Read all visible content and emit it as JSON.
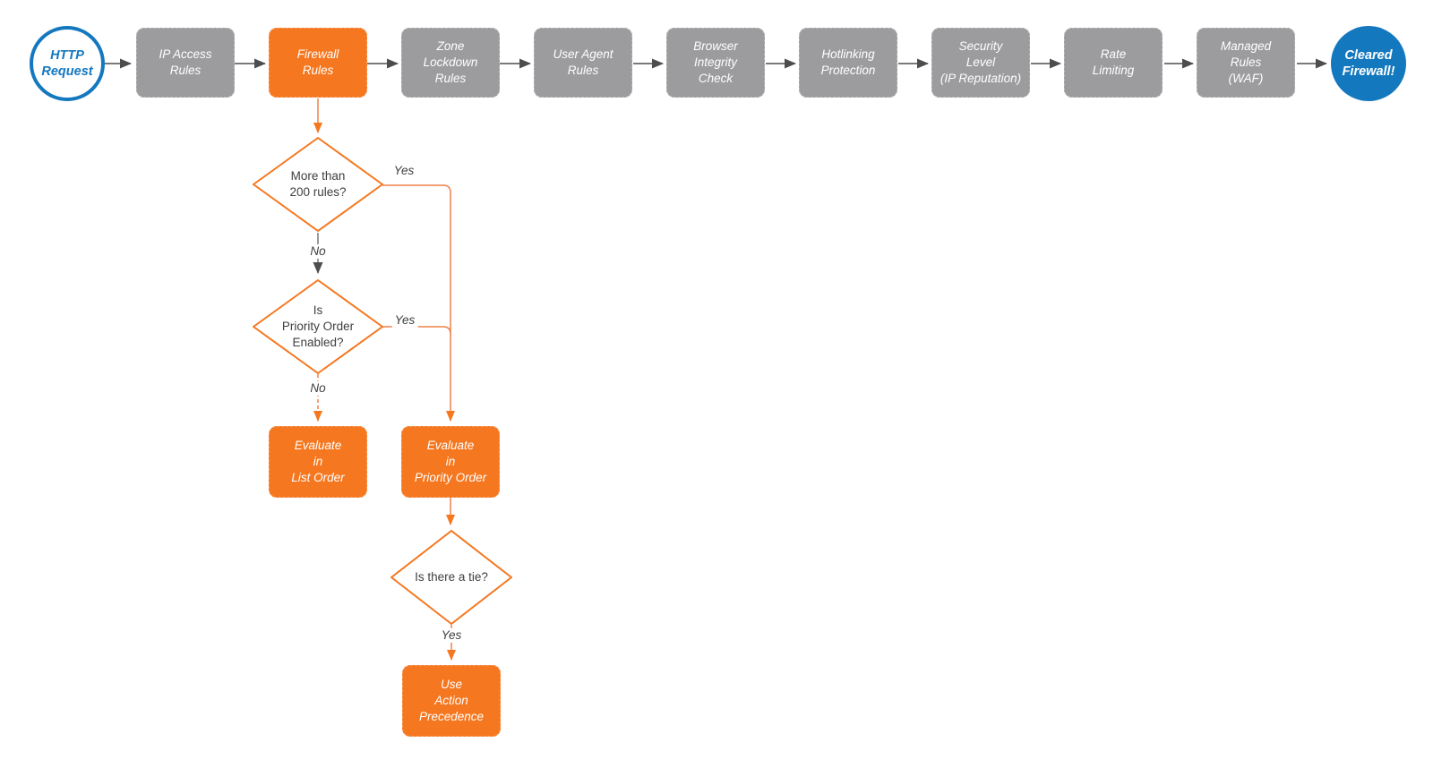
{
  "palette": {
    "accent_orange": "#F5771F",
    "connector_orange": "#F08049",
    "node_gray": "#9C9C9E",
    "line_gray": "#4D4D4F",
    "brand_blue": "#1478BF",
    "text_dark": "#3F3F41"
  },
  "pipeline": {
    "start": {
      "label": "HTTP\nRequest"
    },
    "end": {
      "label": "Cleared\nFirewall!"
    },
    "stages": [
      {
        "label": "IP Access\nRules",
        "highlight": false
      },
      {
        "label": "Firewall\nRules",
        "highlight": true
      },
      {
        "label": "Zone\nLockdown\nRules",
        "highlight": false
      },
      {
        "label": "User Agent\nRules",
        "highlight": false
      },
      {
        "label": "Browser\nIntegrity\nCheck",
        "highlight": false
      },
      {
        "label": "Hotlinking\nProtection",
        "highlight": false
      },
      {
        "label": "Security\nLevel\n(IP Reputation)",
        "highlight": false
      },
      {
        "label": "Rate\nLimiting",
        "highlight": false
      },
      {
        "label": "Managed\nRules\n(WAF)",
        "highlight": false
      }
    ]
  },
  "decision_tree": {
    "decisions": {
      "more_than_200": "More than\n200 rules?",
      "priority_enabled": "Is\nPriority Order\nEnabled?",
      "tie": "Is there a tie?"
    },
    "actions": {
      "evaluate_list": "Evaluate\nin\nList Order",
      "evaluate_priority": "Evaluate\nin\nPriority Order",
      "action_precedence": "Use\nAction\nPrecedence"
    },
    "labels": {
      "d1_yes": "Yes",
      "d1_no": "No",
      "d2_yes": "Yes",
      "d2_no": "No",
      "d3_yes": "Yes"
    },
    "edges": [
      {
        "from": "Firewall Rules",
        "to": "More than 200 rules?",
        "label": ""
      },
      {
        "from": "More than 200 rules?",
        "to": "Evaluate in Priority Order",
        "label": "Yes"
      },
      {
        "from": "More than 200 rules?",
        "to": "Is Priority Order Enabled?",
        "label": "No"
      },
      {
        "from": "Is Priority Order Enabled?",
        "to": "Evaluate in Priority Order",
        "label": "Yes"
      },
      {
        "from": "Is Priority Order Enabled?",
        "to": "Evaluate in List Order",
        "label": "No"
      },
      {
        "from": "Evaluate in Priority Order",
        "to": "Is there a tie?",
        "label": ""
      },
      {
        "from": "Is there a tie?",
        "to": "Use Action Precedence",
        "label": "Yes"
      }
    ]
  }
}
